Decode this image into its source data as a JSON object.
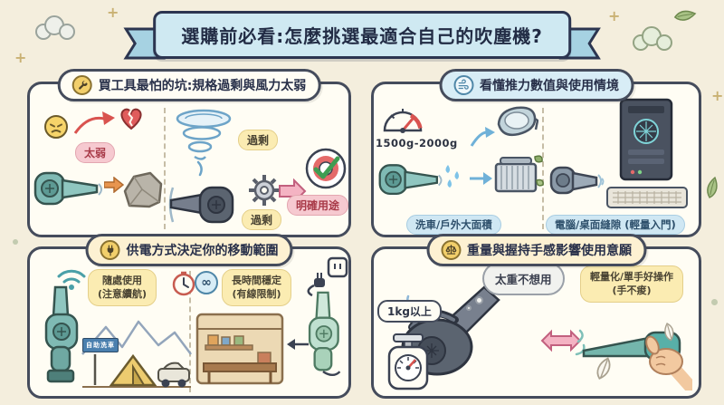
{
  "banner": {
    "title": "選購前必看:怎麼挑選最適合自己的吹塵機?"
  },
  "panels": {
    "pitfall": {
      "title": "買工具最怕的坑:規格過剩與風力太弱",
      "labels": {
        "too_weak": "太弱",
        "excess_top": "過剩",
        "excess_bottom": "過剩",
        "clear_purpose": "明確用途"
      }
    },
    "thrust": {
      "title": "看懂推力數值與使用情境",
      "labels": {
        "thrust_range": "1500g-2000g",
        "heavy_use": "洗車/戶外大面積",
        "light_use": "電腦/桌面縫隙 (輕量入門)"
      }
    },
    "power": {
      "title": "供電方式決定你的移動範圍",
      "labels": {
        "cordless_line1": "隨處使用",
        "cordless_line2": "(注意續航)",
        "corded_line1": "長時間穩定",
        "corded_line2": "(有線限制)",
        "infinity_symbol": "∞",
        "carwash_sign": "自助洗車"
      }
    },
    "weight": {
      "title": "重量與握持手感影響使用意願",
      "labels": {
        "too_heavy": "太重不想用",
        "weight_value": "1kg以上",
        "light_line1": "輕量化/單手好操作",
        "light_line2": "(手不痠)"
      }
    }
  },
  "colors": {
    "background": "#f4eedd",
    "banner_blue": "#cfe9f2",
    "outline_dark": "#454c5c",
    "badge_pink": "#f6c9d0",
    "badge_yellow": "#fbecb2",
    "badge_blue": "#cfe7f3",
    "accent_red": "#d9534f",
    "blower_teal": "#7fbab4"
  }
}
